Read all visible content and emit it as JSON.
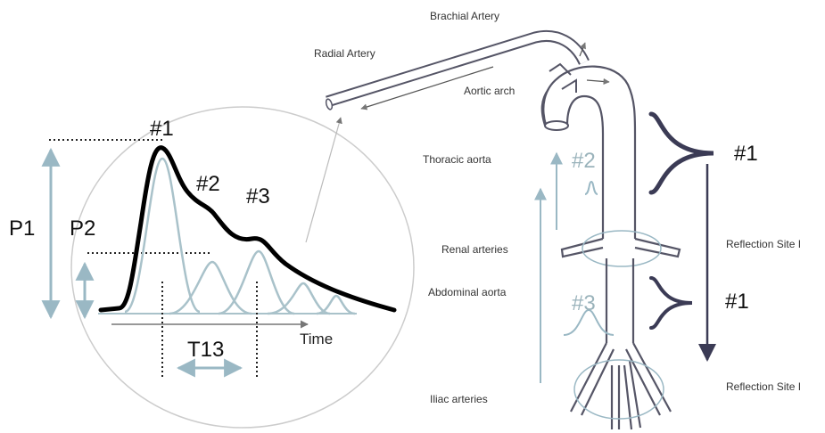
{
  "labels": {
    "brachial": "Brachial Artery",
    "radial": "Radial Artery",
    "aortic_arch": "Aortic arch",
    "thoracic": "Thoracic aorta",
    "renal": "Renal arteries",
    "abdominal": "Abdominal aorta",
    "iliac": "Iliac arteries",
    "reflection1": "Reflection Site I",
    "reflection2": "Reflection Site I"
  },
  "pulse": {
    "p1": "P1",
    "p2": "P2",
    "peak1": "#1",
    "peak2": "#2",
    "peak3": "#3",
    "t13": "T13",
    "time": "Time"
  },
  "aorta": {
    "wave1_top": "#1",
    "wave1_bottom": "#1",
    "wave2": "#2",
    "wave3": "#3"
  },
  "colors": {
    "vessel": "#555566",
    "accent": "#9ab8c4",
    "wave_dark": "#3b3b55",
    "pulse": "#000000"
  }
}
